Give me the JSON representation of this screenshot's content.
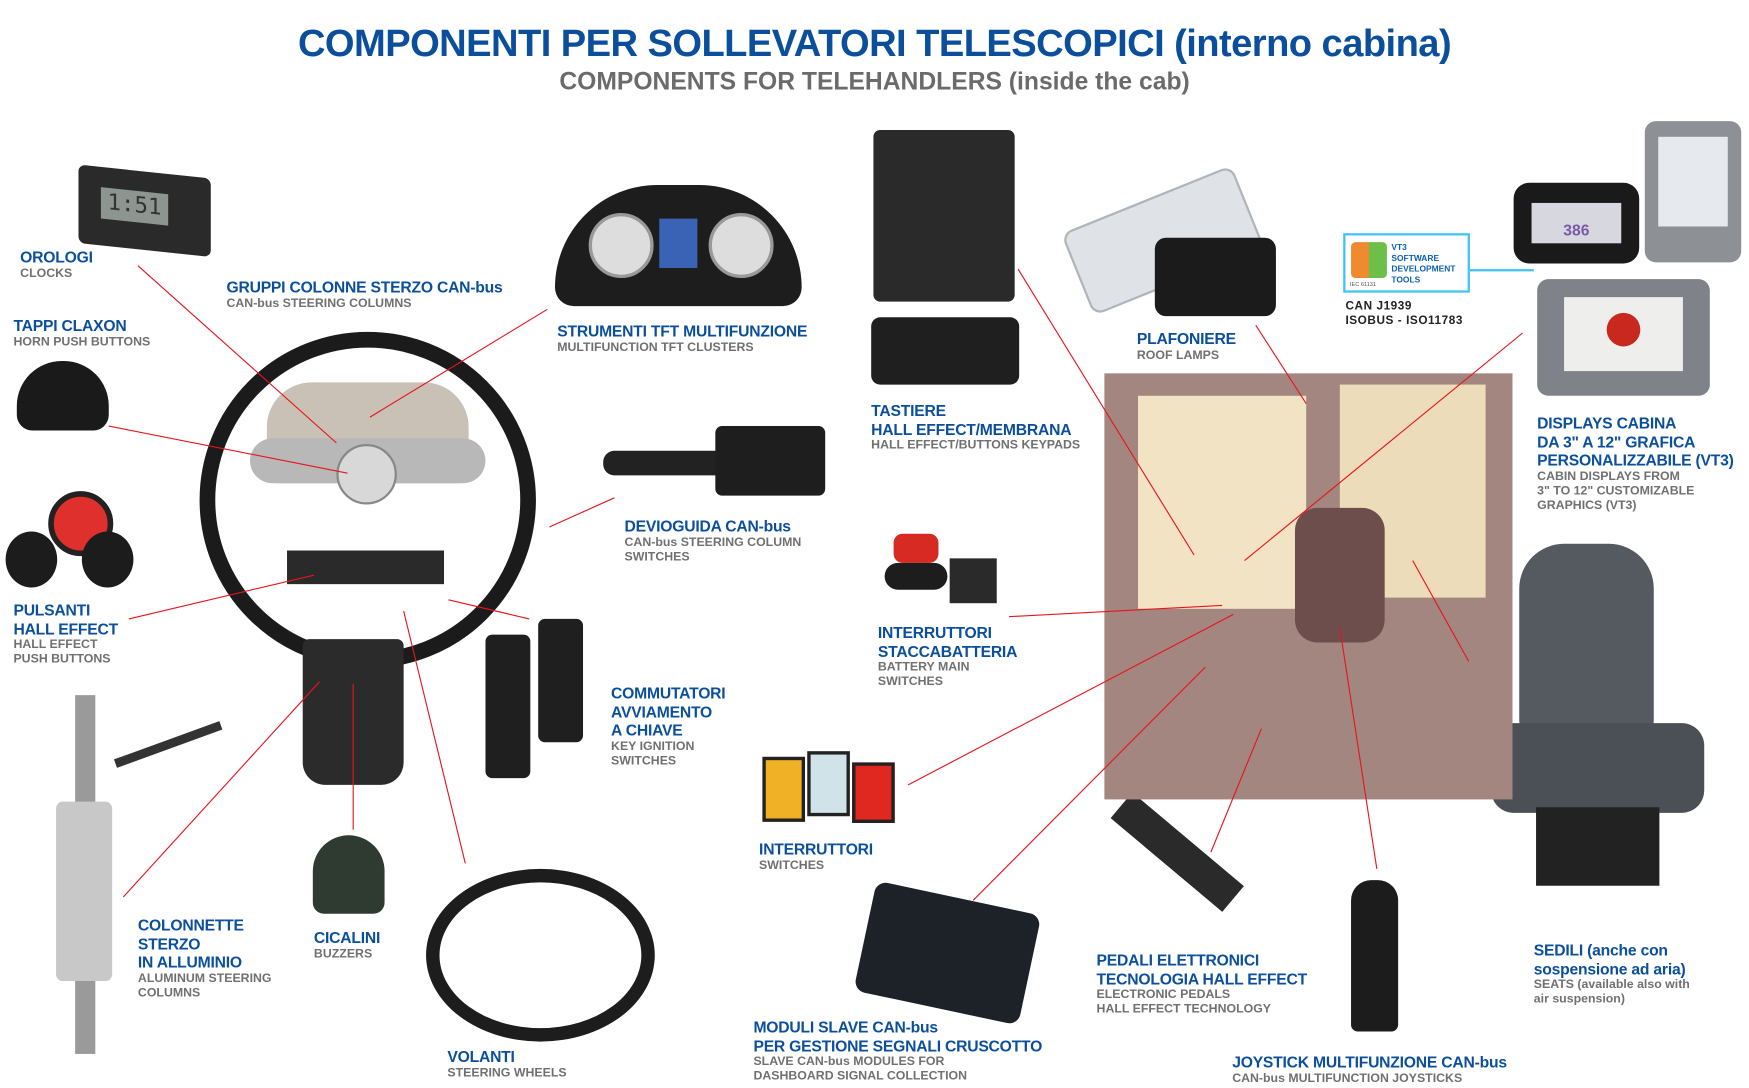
{
  "header": {
    "title_it": "COMPONENTI PER SOLLEVATORI TELESCOPICI (interno cabina)",
    "title_en": "COMPONENTS FOR TELEHANDLERS  (inside the cab)"
  },
  "items": {
    "clocks": {
      "it": "OROLOGI",
      "en": "CLOCKS"
    },
    "steering_groups": {
      "it": "GRUPPI COLONNE STERZO CAN-bus",
      "en": "CAN-bus STEERING COLUMNS"
    },
    "horn": {
      "it": "TAPPI CLAXON",
      "en": "HORN PUSH BUTTONS"
    },
    "tft": {
      "it": "STRUMENTI TFT MULTIFUNZIONE",
      "en": "MULTIFUNCTION TFT CLUSTERS"
    },
    "devio": {
      "it": "DEVIOGUIDA CAN-bus",
      "en1": "CAN-bus STEERING COLUMN",
      "en2": "SWITCHES"
    },
    "pushbuttons": {
      "it1": "PULSANTI",
      "it2": "HALL EFFECT",
      "en1": "HALL EFFECT",
      "en2": "PUSH BUTTONS"
    },
    "key": {
      "it1": "COMMUTATORI",
      "it2": "AVVIAMENTO",
      "it3": "A CHIAVE",
      "en1": "KEY IGNITION",
      "en2": "SWITCHES"
    },
    "columns": {
      "it1": "COLONNETTE",
      "it2": "STERZO",
      "it3": "IN ALLUMINIO",
      "en1": "ALUMINUM STEERING",
      "en2": "COLUMNS"
    },
    "buzzers": {
      "it": "CICALINI",
      "en": "BUZZERS"
    },
    "wheels": {
      "it": "VOLANTI",
      "en": "STEERING WHEELS"
    },
    "keypads": {
      "it1": "TASTIERE",
      "it2": "HALL EFFECT/MEMBRANA",
      "en": "HALL EFFECT/BUTTONS KEYPADS"
    },
    "battery": {
      "it1": "INTERRUTTORI",
      "it2": "STACCABATTERIA",
      "en1": "BATTERY MAIN",
      "en2": "SWITCHES"
    },
    "switches": {
      "it": "INTERRUTTORI",
      "en": "SWITCHES"
    },
    "modules": {
      "it1": "MODULI SLAVE CAN-bus",
      "it2": "PER GESTIONE SEGNALI CRUSCOTTO",
      "en1": "SLAVE CAN-bus MODULES FOR",
      "en2": "DASHBOARD SIGNAL COLLECTION"
    },
    "pedals": {
      "it1": "PEDALI ELETTRONICI",
      "it2": "TECNOLOGIA HALL EFFECT",
      "en1": "ELECTRONIC PEDALS",
      "en2": "HALL EFFECT TECHNOLOGY"
    },
    "joystick": {
      "it": "JOYSTICK MULTIFUNZIONE CAN-bus",
      "en": "CAN-bus MULTIFUNCTION JOYSTICKS"
    },
    "seats": {
      "it1": "SEDILI (anche con",
      "it2": "sospensione ad aria)",
      "en1": "SEATS (available also with",
      "en2": "air suspension)"
    },
    "lamps": {
      "it": "PLAFONIERE",
      "en": "ROOF LAMPS"
    },
    "displays": {
      "it1": "DISPLAYS CABINA",
      "it2": "DA 3\" A 12\" GRAFICA",
      "it3": "PERSONALIZZABILE (VT3)",
      "en1": "CABIN DISPLAYS FROM",
      "en2": "3\" TO 12\" CUSTOMIZABLE",
      "en3": "GRAPHICS (VT3)"
    }
  },
  "vt3": {
    "line1": "VT3",
    "line2": "SOFTWARE",
    "line3": "DEVELOPMENT",
    "line4": "TOOLS",
    "iec": "IEC 61131",
    "can1": "CAN J1939",
    "can2": "ISOBUS - ISO11783"
  },
  "display_brand": "386",
  "clock_value": "1:51",
  "colors": {
    "title_blue": "#0b4f9c",
    "subtitle_gray": "#6b6b6b",
    "leader_red": "#e8141c",
    "vt3_cyan": "#3ec3ee"
  }
}
